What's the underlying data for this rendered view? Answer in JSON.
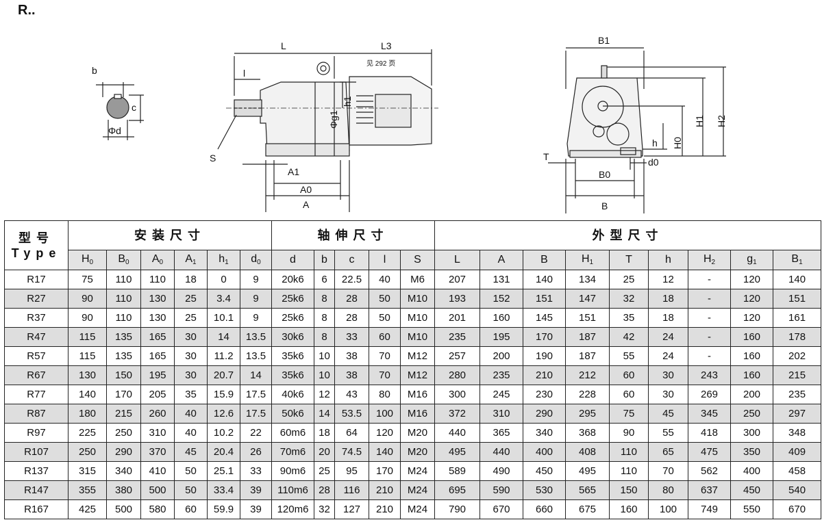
{
  "title": "R..",
  "drawing": {
    "note": "见 292 页",
    "labels": {
      "b": "b",
      "c": "c",
      "d": "Φd",
      "L": "L",
      "L3": "L3",
      "h1": "h1",
      "g1": "Φg1",
      "S": "S",
      "l": "l",
      "A1": "A1",
      "A0": "A0",
      "A": "A",
      "B1": "B1",
      "H2": "H2",
      "H1": "H1",
      "H0": "H0",
      "h": "h",
      "T": "T",
      "d0": "d0",
      "B0": "B0",
      "B": "B"
    }
  },
  "table": {
    "type_header": {
      "zh": "型号",
      "en": "Type"
    },
    "groups": {
      "install": "安装尺寸",
      "shaft": "轴伸尺寸",
      "outer": "外型尺寸"
    },
    "columns": [
      {
        "main": "H",
        "sub": "0"
      },
      {
        "main": "B",
        "sub": "0"
      },
      {
        "main": "A",
        "sub": "0"
      },
      {
        "main": "A",
        "sub": "1"
      },
      {
        "main": "h",
        "sub": "1"
      },
      {
        "main": "d",
        "sub": "0"
      },
      {
        "main": "d",
        "sub": ""
      },
      {
        "main": "b",
        "sub": ""
      },
      {
        "main": "c",
        "sub": ""
      },
      {
        "main": "l",
        "sub": ""
      },
      {
        "main": "S",
        "sub": ""
      },
      {
        "main": "L",
        "sub": ""
      },
      {
        "main": "A",
        "sub": ""
      },
      {
        "main": "B",
        "sub": ""
      },
      {
        "main": "H",
        "sub": "1"
      },
      {
        "main": "T",
        "sub": ""
      },
      {
        "main": "h",
        "sub": ""
      },
      {
        "main": "H",
        "sub": "2"
      },
      {
        "main": "g",
        "sub": "1"
      },
      {
        "main": "B",
        "sub": "1"
      }
    ],
    "rows": [
      [
        "R17",
        "75",
        "110",
        "110",
        "18",
        "0",
        "9",
        "20k6",
        "6",
        "22.5",
        "40",
        "M6",
        "207",
        "131",
        "140",
        "134",
        "25",
        "12",
        "-",
        "120",
        "140"
      ],
      [
        "R27",
        "90",
        "110",
        "130",
        "25",
        "3.4",
        "9",
        "25k6",
        "8",
        "28",
        "50",
        "M10",
        "193",
        "152",
        "151",
        "147",
        "32",
        "18",
        "-",
        "120",
        "151"
      ],
      [
        "R37",
        "90",
        "110",
        "130",
        "25",
        "10.1",
        "9",
        "25k6",
        "8",
        "28",
        "50",
        "M10",
        "201",
        "160",
        "145",
        "151",
        "35",
        "18",
        "-",
        "120",
        "161"
      ],
      [
        "R47",
        "115",
        "135",
        "165",
        "30",
        "14",
        "13.5",
        "30k6",
        "8",
        "33",
        "60",
        "M10",
        "235",
        "195",
        "170",
        "187",
        "42",
        "24",
        "-",
        "160",
        "178"
      ],
      [
        "R57",
        "115",
        "135",
        "165",
        "30",
        "11.2",
        "13.5",
        "35k6",
        "10",
        "38",
        "70",
        "M12",
        "257",
        "200",
        "190",
        "187",
        "55",
        "24",
        "-",
        "160",
        "202"
      ],
      [
        "R67",
        "130",
        "150",
        "195",
        "30",
        "20.7",
        "14",
        "35k6",
        "10",
        "38",
        "70",
        "M12",
        "280",
        "235",
        "210",
        "212",
        "60",
        "30",
        "243",
        "160",
        "215"
      ],
      [
        "R77",
        "140",
        "170",
        "205",
        "35",
        "15.9",
        "17.5",
        "40k6",
        "12",
        "43",
        "80",
        "M16",
        "300",
        "245",
        "230",
        "228",
        "60",
        "30",
        "269",
        "200",
        "235"
      ],
      [
        "R87",
        "180",
        "215",
        "260",
        "40",
        "12.6",
        "17.5",
        "50k6",
        "14",
        "53.5",
        "100",
        "M16",
        "372",
        "310",
        "290",
        "295",
        "75",
        "45",
        "345",
        "250",
        "297"
      ],
      [
        "R97",
        "225",
        "250",
        "310",
        "40",
        "10.2",
        "22",
        "60m6",
        "18",
        "64",
        "120",
        "M20",
        "440",
        "365",
        "340",
        "368",
        "90",
        "55",
        "418",
        "300",
        "348"
      ],
      [
        "R107",
        "250",
        "290",
        "370",
        "45",
        "20.4",
        "26",
        "70m6",
        "20",
        "74.5",
        "140",
        "M20",
        "495",
        "440",
        "400",
        "408",
        "110",
        "65",
        "475",
        "350",
        "409"
      ],
      [
        "R137",
        "315",
        "340",
        "410",
        "50",
        "25.1",
        "33",
        "90m6",
        "25",
        "95",
        "170",
        "M24",
        "589",
        "490",
        "450",
        "495",
        "110",
        "70",
        "562",
        "400",
        "458"
      ],
      [
        "R147",
        "355",
        "380",
        "500",
        "50",
        "33.4",
        "39",
        "110m6",
        "28",
        "116",
        "210",
        "M24",
        "695",
        "590",
        "530",
        "565",
        "150",
        "80",
        "637",
        "450",
        "540"
      ],
      [
        "R167",
        "425",
        "500",
        "580",
        "60",
        "59.9",
        "39",
        "120m6",
        "32",
        "127",
        "210",
        "M24",
        "790",
        "670",
        "660",
        "675",
        "160",
        "100",
        "749",
        "550",
        "670"
      ]
    ]
  }
}
